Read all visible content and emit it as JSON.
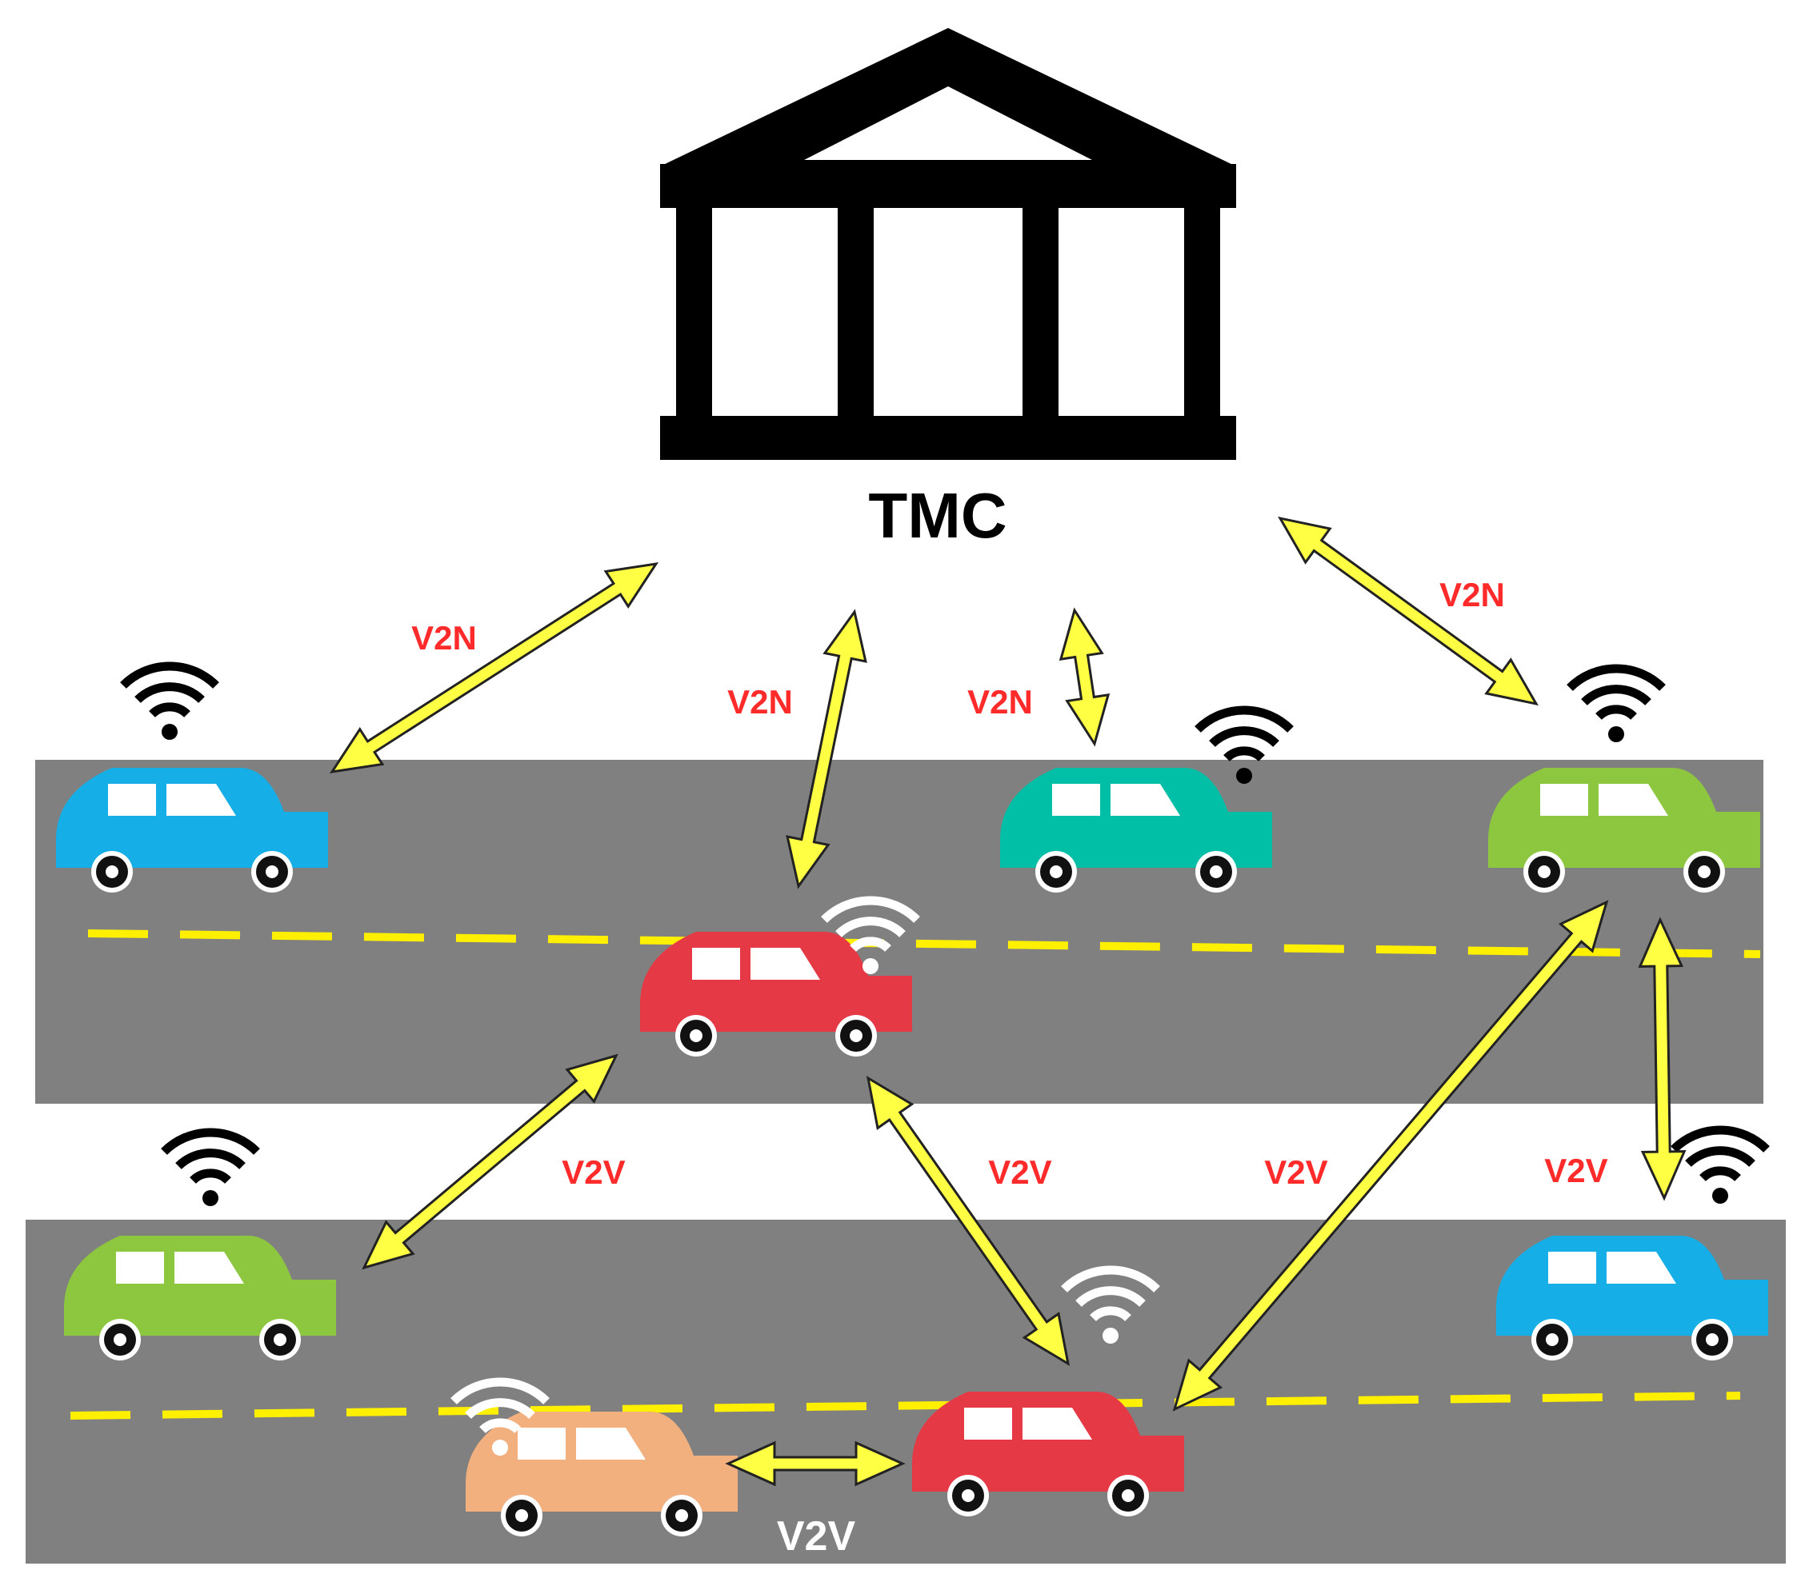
{
  "tmc": {
    "label": "TMC"
  },
  "links": {
    "v2n_1": "V2N",
    "v2n_2": "V2N",
    "v2n_3": "V2N",
    "v2n_4": "V2N",
    "v2v_1": "V2V",
    "v2v_2": "V2V",
    "v2v_3": "V2V",
    "v2v_4": "V2V",
    "v2v_5": "V2V"
  },
  "colors": {
    "road": "#808080",
    "lane_marking": "#ffef00",
    "arrow_fill": "#ffff44",
    "label_red": "#ff2b2b",
    "car_blue": "#16aee6",
    "car_teal": "#00bfa6",
    "car_green": "#8dc63f",
    "car_red": "#e63946",
    "car_orange": "#f2b07f"
  },
  "icons": [
    "building-icon",
    "wifi-icon",
    "car-icon",
    "double-arrow"
  ]
}
